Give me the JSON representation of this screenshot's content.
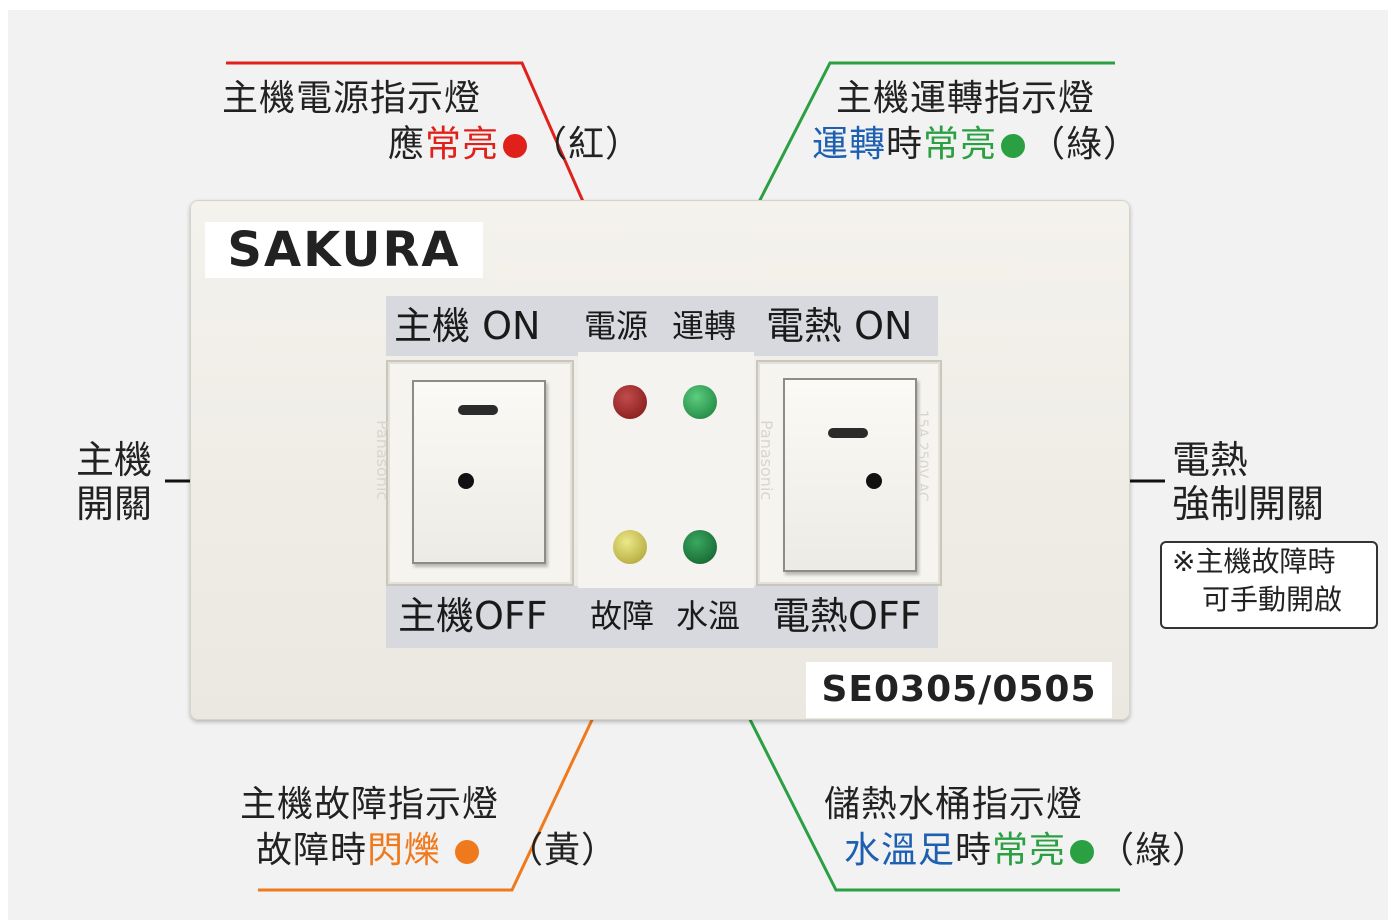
{
  "brand": "SAKURA",
  "model": "SE0305/0505",
  "panel_labels": {
    "top_left": "主機 ON",
    "top_mid_power": "電源",
    "top_mid_run": "運轉",
    "top_right": "電熱 ON",
    "bottom_left": "主機OFF",
    "bottom_mid_fault": "故障",
    "bottom_mid_water": "水溫",
    "bottom_right": "電熱OFF"
  },
  "callouts": {
    "power": {
      "title": "主機電源指示燈",
      "pre": "應",
      "state": "常亮",
      "color_label": "（紅）"
    },
    "run": {
      "title": "主機運轉指示燈",
      "pre": "運轉",
      "mid": "時",
      "state": "常亮",
      "color_label": "（綠）"
    },
    "fault": {
      "title": "主機故障指示燈",
      "pre": "故障時",
      "state": "閃爍",
      "color_label": "（黃）"
    },
    "tank": {
      "title": "儲熱水桶指示燈",
      "pre": "水溫足",
      "mid": "時",
      "state": "常亮",
      "color_label": "（綠）"
    }
  },
  "side_labels": {
    "main_switch": [
      "主機",
      "開關"
    ],
    "heat_switch": [
      "電熱",
      "強制開關"
    ]
  },
  "note": [
    "※主機故障時",
    "可手動開啟"
  ],
  "switch_marks": [
    "Panasonic",
    "Panasonic",
    "15A 250V AC"
  ],
  "colors": {
    "red": "#e0211b",
    "green": "#2aa043",
    "orange": "#ef7a1e",
    "blue": "#1d5fb0",
    "led_red": "#8d1b1b",
    "led_green": "#1f9a45",
    "led_yellow": "#c9c24a",
    "led_dark_green": "#17743a"
  }
}
